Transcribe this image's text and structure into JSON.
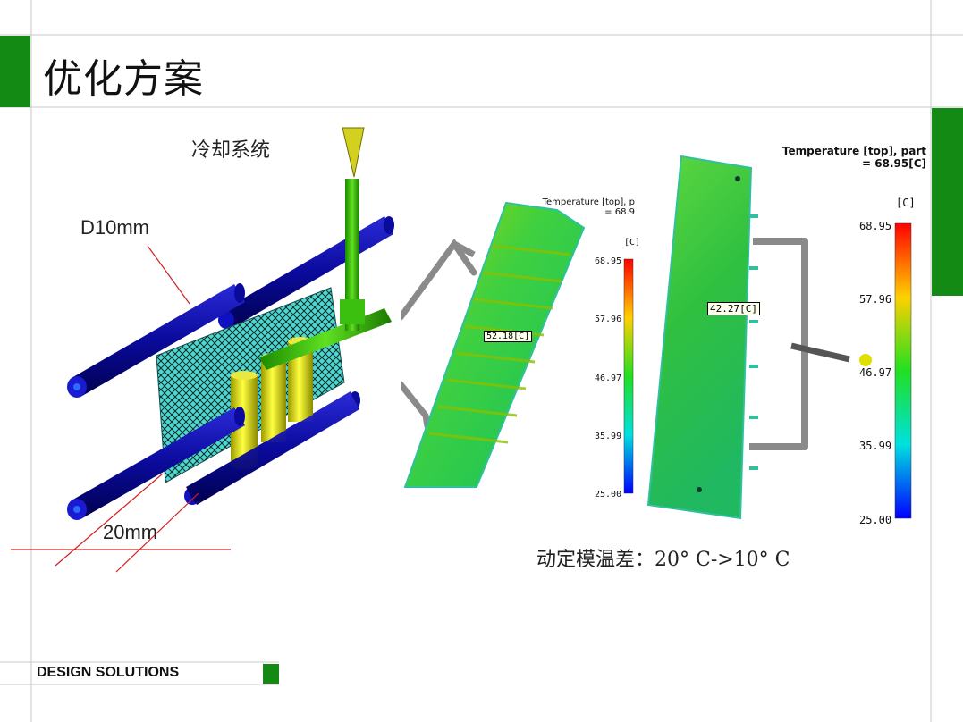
{
  "slide": {
    "title": "优化方案",
    "cooling_label": "冷却系统",
    "diameter_label": "D10mm",
    "spacing_label": "20mm",
    "temp_diff_text": "动定模温差：20° C->10° C",
    "footer_text": "DESIGN SOLUTIONS"
  },
  "colors": {
    "accent_green": "#138a13",
    "pipe_blue": "#0a0a9c",
    "annotation_red": "#d42020"
  },
  "plot_small": {
    "header_line1": "Temperature [top], p",
    "header_line2": "= 68.9",
    "unit": "[C]",
    "ticks": [
      "68.95",
      "57.96",
      "46.97",
      "35.99",
      "25.00"
    ],
    "probe_label": "52.18[C]"
  },
  "plot_large": {
    "header_line1": "Temperature [top], part",
    "header_line2": "= 68.95[C]",
    "unit": "[C]",
    "ticks": [
      "68.95",
      "57.96",
      "46.97",
      "35.99",
      "25.00"
    ],
    "probe_label": "42.27[C]"
  }
}
